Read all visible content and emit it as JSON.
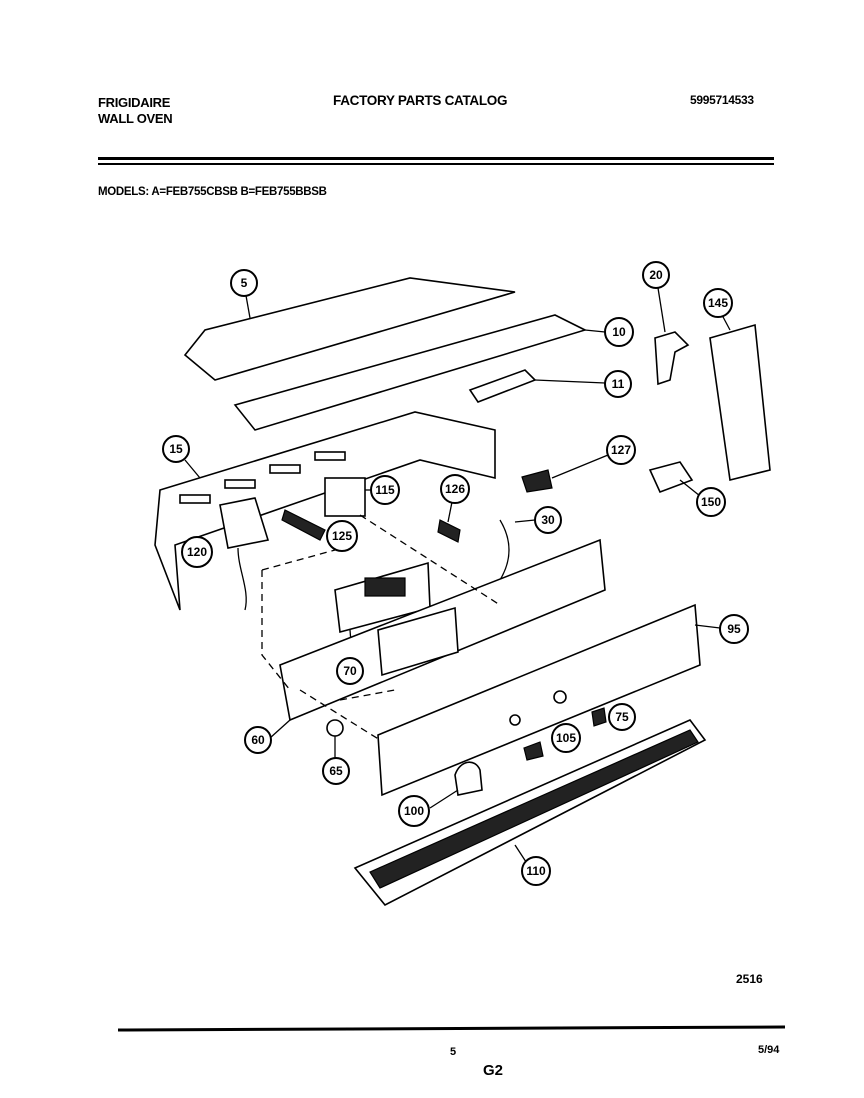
{
  "header": {
    "brand_line1": "FRIGIDAIRE",
    "brand_line2": "WALL OVEN",
    "catalog_title": "FACTORY PARTS CATALOG",
    "catalog_number": "5995714533",
    "models": "MODELS:  A=FEB755CBSB   B=FEB755BBSB"
  },
  "callouts": [
    "5",
    "10",
    "11",
    "15",
    "20",
    "30",
    "60",
    "65",
    "70",
    "75",
    "95",
    "100",
    "105",
    "110",
    "115",
    "120",
    "125",
    "126",
    "127",
    "145",
    "150"
  ],
  "footer": {
    "figure_code": "2516",
    "page_number": "5",
    "section": "G2",
    "date": "5/94"
  }
}
